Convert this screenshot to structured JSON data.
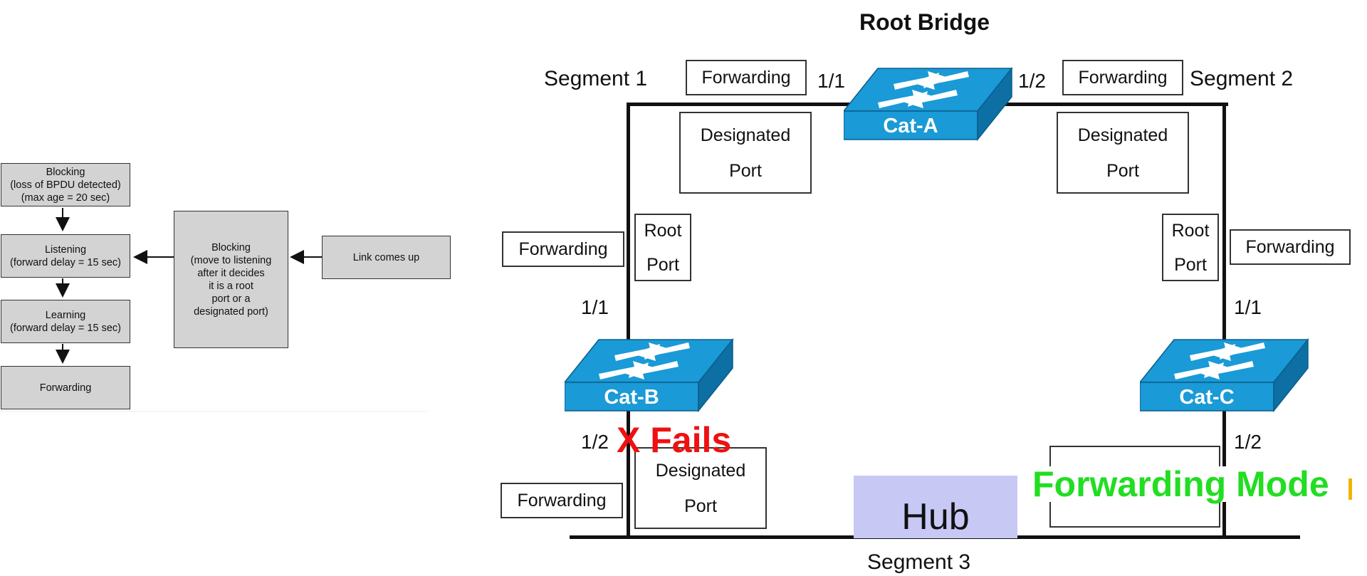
{
  "flowchart": {
    "blocking_loss": "Blocking\n(loss of BPDU detected)\n(max age = 20 sec)",
    "listening": "Listening\n(forward delay = 15 sec)",
    "learning": "Learning\n(forward delay = 15 sec)",
    "forwarding": "Forwarding",
    "blocking_move": "Blocking\n(move to listening\nafter it decides\nit is a root\nport or a\ndesignated port)",
    "link_up": "Link comes up"
  },
  "topology": {
    "title": "Root Bridge",
    "segment1": "Segment 1",
    "segment2": "Segment 2",
    "segment3": "Segment 3",
    "switch_a": "Cat-A",
    "switch_b": "Cat-B",
    "switch_c": "Cat-C",
    "port_1_1": "1/1",
    "port_1_2": "1/2",
    "forwarding": "Forwarding",
    "designated": "Designated",
    "root": "Root",
    "port_word": "Port",
    "fails": "X Fails",
    "forwarding_mode": "Forwarding Mode",
    "hub": "Hub"
  },
  "colors": {
    "switch_top": "#1a9ad6",
    "switch_side": "#0d6fa3",
    "fails": "#ee1111",
    "forwarding_mode": "#22dd22",
    "hub": "#c8c8f5",
    "flow_box": "#d3d3d3"
  }
}
